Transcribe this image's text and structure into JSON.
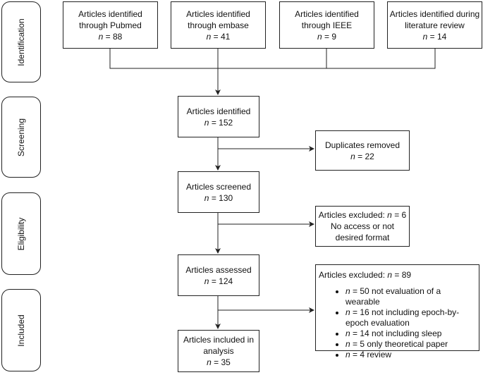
{
  "stages": [
    "Identification",
    "Screening",
    "Eligibility",
    "Included"
  ],
  "sources": [
    {
      "label": "Articles identified through Pubmed",
      "n": "n = 88"
    },
    {
      "label": "Articles identified through embase",
      "n": "n = 41"
    },
    {
      "label": "Articles identified through IEEE",
      "n": "n = 9"
    },
    {
      "label": "Articles identified during literature review",
      "n": "n = 14"
    }
  ],
  "identified": {
    "label": "Articles identified",
    "n": "n = 152"
  },
  "duplicates": {
    "label": "Duplicates removed",
    "n": "n = 22"
  },
  "screened": {
    "label": "Articles screened",
    "n": "n = 130"
  },
  "excluded1": {
    "label": "Articles excluded: n = 6",
    "reason": "No access or not desired format"
  },
  "assessed": {
    "label": "Articles assessed",
    "n": "n = 124"
  },
  "excluded2": {
    "label": "Articles excluded: n = 89",
    "items": [
      "n = 50 not evaluation of a wearable",
      "n = 16 not including epoch-by-epoch evaluation",
      "n = 14 not including sleep",
      "n = 5 only theoretical paper",
      "n = 4 review"
    ]
  },
  "included": {
    "label": "Articles included in analysis",
    "n": "n = 35"
  }
}
